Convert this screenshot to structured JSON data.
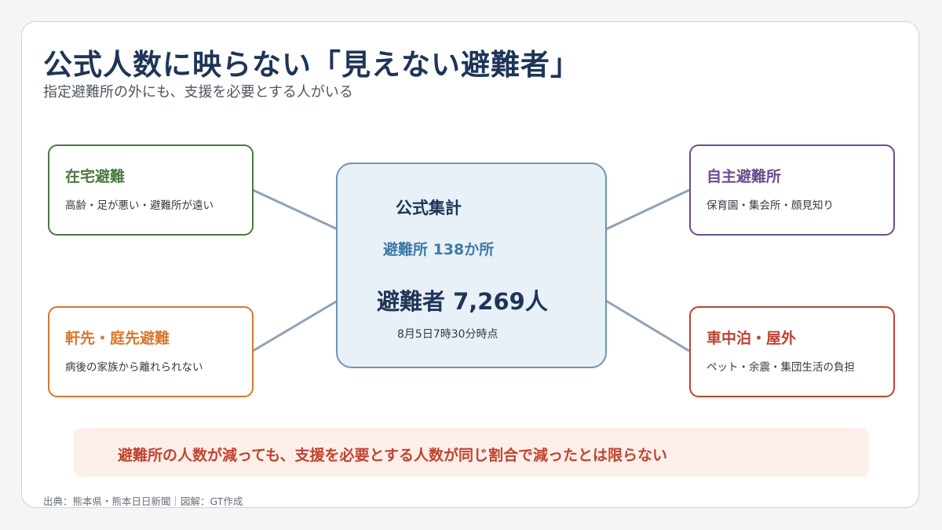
{
  "title": "公式人数に映らない「見えない避難者」",
  "subtitle": "指定避難所の外にも、支援を必要とする人がいる",
  "center": {
    "heading": "公式集計",
    "shelters": "避難所 138か所",
    "evacuees": "避難者 7,269人",
    "timestamp": "8月5日7時30分時点"
  },
  "nodes": {
    "home": {
      "title": "在宅避難",
      "desc": "高齢・足が悪い・避難所が遠い",
      "color": "#4a7a3c"
    },
    "self": {
      "title": "自主避難所",
      "desc": "保育園・集会所・顔見知り",
      "color": "#6b4c8c"
    },
    "eaves": {
      "title": "軒先・庭先避難",
      "desc": "病後の家族から離れられない",
      "color": "#d9772e"
    },
    "car": {
      "title": "車中泊・屋外",
      "desc": "ペット・余震・集団生活の負担",
      "color": "#c0412f"
    }
  },
  "banner": "避難所の人数が減っても、支援を必要とする人数が同じ割合で減ったとは限らない",
  "footer": "出典：熊本県・熊本日日新聞｜図解：GT作成",
  "colors": {
    "title": "#1e3557",
    "connector": "#8ea3b8",
    "center_border": "#7193b2",
    "center_bg": "#e8f0f8",
    "banner_bg": "#fcefea",
    "banner_text": "#c2432e"
  }
}
